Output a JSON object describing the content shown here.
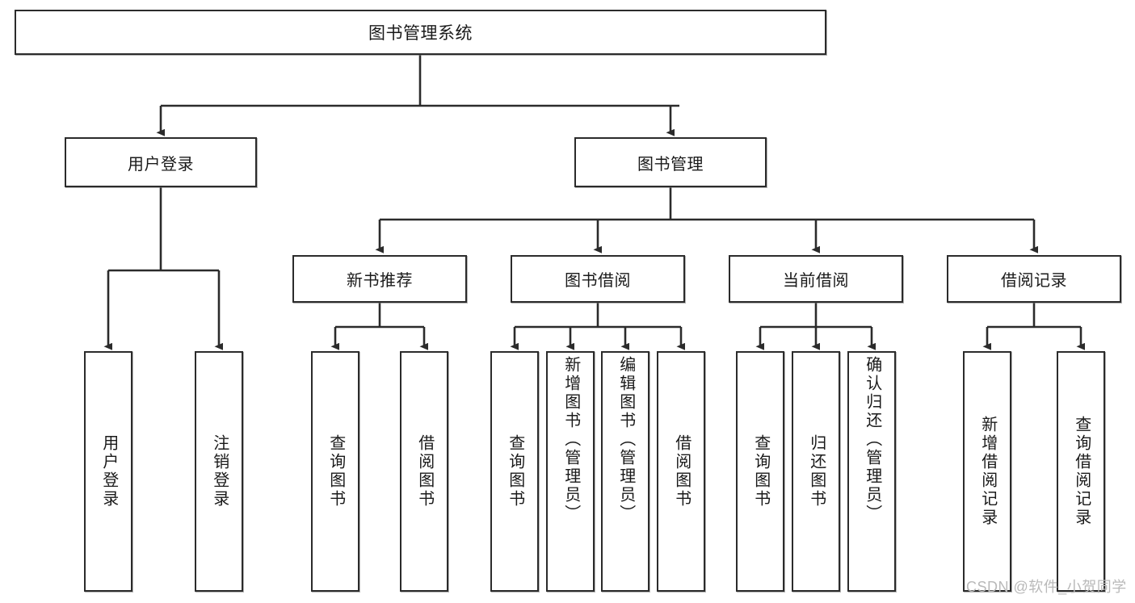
{
  "diagram": {
    "title": "图书管理系统",
    "type": "tree-hierarchy-chart",
    "watermark": "CSDN @软件_小贺同学",
    "colors": {
      "background": "#ffffff",
      "node_border": "#2b2b2b",
      "node_fill": "#ffffff",
      "edge": "#2b2b2b",
      "text": "#1a1a1a",
      "watermark": "#b9b9b9"
    },
    "nodes": {
      "root": {
        "label": "图书管理系统"
      },
      "level1": [
        {
          "id": "user-login",
          "label": "用户登录"
        },
        {
          "id": "book-manage",
          "label": "图书管理"
        }
      ],
      "level2": [
        {
          "id": "new-book-recommend",
          "label": "新书推荐"
        },
        {
          "id": "book-borrow",
          "label": "图书借阅"
        },
        {
          "id": "current-borrow",
          "label": "当前借阅"
        },
        {
          "id": "borrow-record",
          "label": "借阅记录"
        }
      ],
      "leaves": [
        {
          "id": "leaf-user-login",
          "label": "用户登录",
          "parent": "user-login"
        },
        {
          "id": "leaf-logout-login",
          "label": "注销登录",
          "parent": "user-login"
        },
        {
          "id": "leaf-query-book-1",
          "label": "查询图书",
          "parent": "new-book-recommend"
        },
        {
          "id": "leaf-borrow-book-1",
          "label": "借阅图书",
          "parent": "new-book-recommend"
        },
        {
          "id": "leaf-query-book-2",
          "label": "查询图书",
          "parent": "book-borrow"
        },
        {
          "id": "leaf-add-book",
          "label": "新增图书（管理员）",
          "parent": "book-borrow"
        },
        {
          "id": "leaf-edit-book",
          "label": "编辑图书（管理员）",
          "parent": "book-borrow"
        },
        {
          "id": "leaf-borrow-book-2",
          "label": "借阅图书",
          "parent": "book-borrow"
        },
        {
          "id": "leaf-query-book-3",
          "label": "查询图书",
          "parent": "current-borrow"
        },
        {
          "id": "leaf-return-book",
          "label": "归还图书",
          "parent": "current-borrow"
        },
        {
          "id": "leaf-confirm-return",
          "label": "确认归还（管理员）",
          "parent": "current-borrow"
        },
        {
          "id": "leaf-add-record",
          "label": "新增借阅记录",
          "parent": "borrow-record"
        },
        {
          "id": "leaf-query-record",
          "label": "查询借阅记录",
          "parent": "borrow-record"
        }
      ]
    }
  }
}
